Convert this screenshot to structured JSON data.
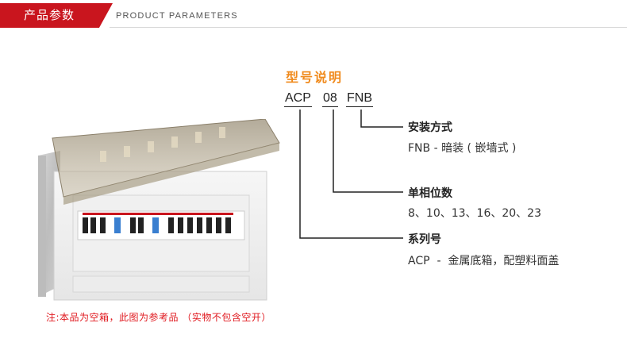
{
  "header": {
    "title_cn": "产品参数",
    "title_en": "PRODUCT PARAMETERS"
  },
  "model": {
    "title": "型号说明",
    "code_parts": [
      "ACP",
      "08",
      "FNB"
    ]
  },
  "specs": [
    {
      "label": "安装方式",
      "value": "FNB - 暗装 ( 嵌墙式 )"
    },
    {
      "label": "单相位数",
      "value": "8、10、13、16、20、23"
    },
    {
      "label": "系列号",
      "value": "ACP  -  金属底箱，配塑料面盖"
    }
  ],
  "note": "注:本品为空箱，此图为参考品 （实物不包含空开）",
  "colors": {
    "brand_red": "#c9151e",
    "accent_orange": "#f08a1c",
    "note_red": "#e0191f"
  }
}
